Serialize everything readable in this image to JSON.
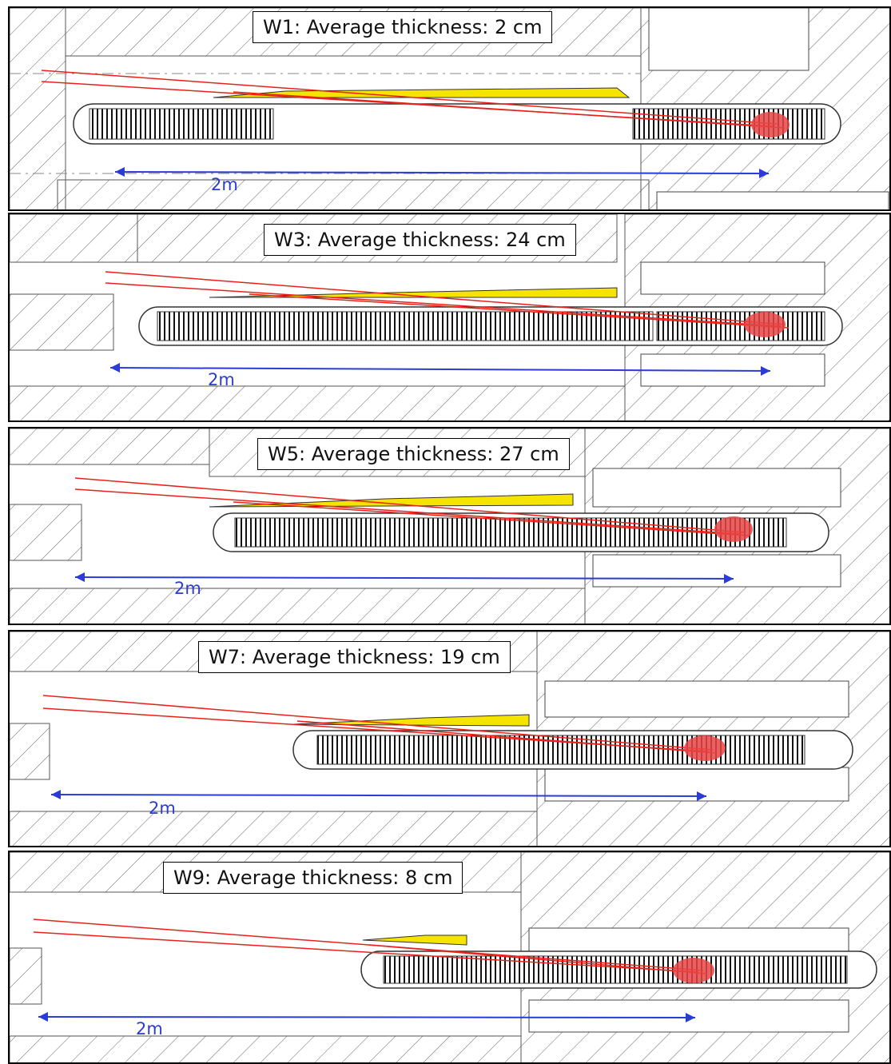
{
  "panels": [
    {
      "id": "W1",
      "label": "W1: Average thickness: 2 cm",
      "distance_label": "2m"
    },
    {
      "id": "W3",
      "label": "W3: Average thickness: 24 cm",
      "distance_label": "2m"
    },
    {
      "id": "W5",
      "label": "W5: Average thickness: 27 cm",
      "distance_label": "2m"
    },
    {
      "id": "W7",
      "label": "W7: Average thickness: 19 cm",
      "distance_label": "2m"
    },
    {
      "id": "W9",
      "label": "W9: Average thickness: 8 cm",
      "distance_label": "2m"
    }
  ],
  "colors": {
    "beam_lines": "#e8221a",
    "hit_spot": "#e84545",
    "wedge": "#f5e400",
    "arrow": "#2a3bd6",
    "drawing": "#555555"
  }
}
